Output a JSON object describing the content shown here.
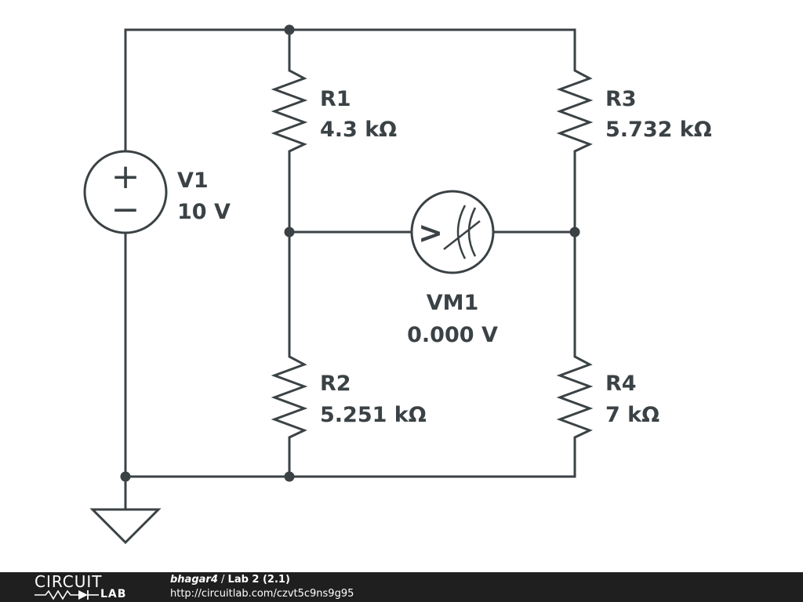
{
  "components": {
    "v1": {
      "name": "V1",
      "value": "10 V"
    },
    "r1": {
      "name": "R1",
      "value": "4.3 kΩ"
    },
    "r2": {
      "name": "R2",
      "value": "5.251 kΩ"
    },
    "r3": {
      "name": "R3",
      "value": "5.732 kΩ"
    },
    "r4": {
      "name": "R4",
      "value": "7 kΩ"
    },
    "vm1": {
      "name": "VM1",
      "value": "0.000 V"
    }
  },
  "source_symbols": {
    "plus": "+",
    "minus": "−"
  },
  "meter_symbol": ">",
  "footer": {
    "logo_top": "CIRCUIT",
    "logo_bottom": "LAB",
    "author": "bhagar4",
    "separator": " / ",
    "title": "Lab 2 (2.1)",
    "url": "http://circuitlab.com/czvt5c9ns9g95"
  }
}
